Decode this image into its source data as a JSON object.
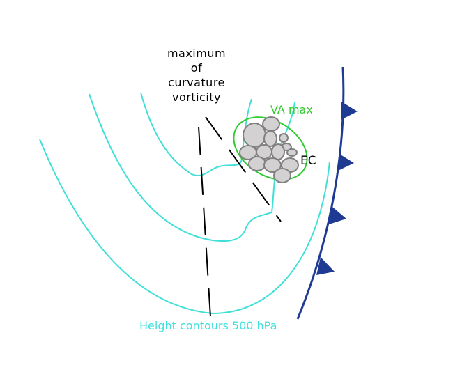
{
  "labels": {
    "curvature_vorticity_lines": [
      "maximum",
      "of",
      "curvature",
      "vorticity"
    ],
    "va_max": "VA max",
    "ec": "EC",
    "height_contours": "Height contours 500 hPa"
  },
  "colors": {
    "contour": "#40e0d8",
    "front": "#1f3a93",
    "va_ellipse": "#2ecc2e",
    "cloud_fill": "#d3d1d2",
    "cloud_stroke": "#808080",
    "axis_dash": "#000000"
  }
}
